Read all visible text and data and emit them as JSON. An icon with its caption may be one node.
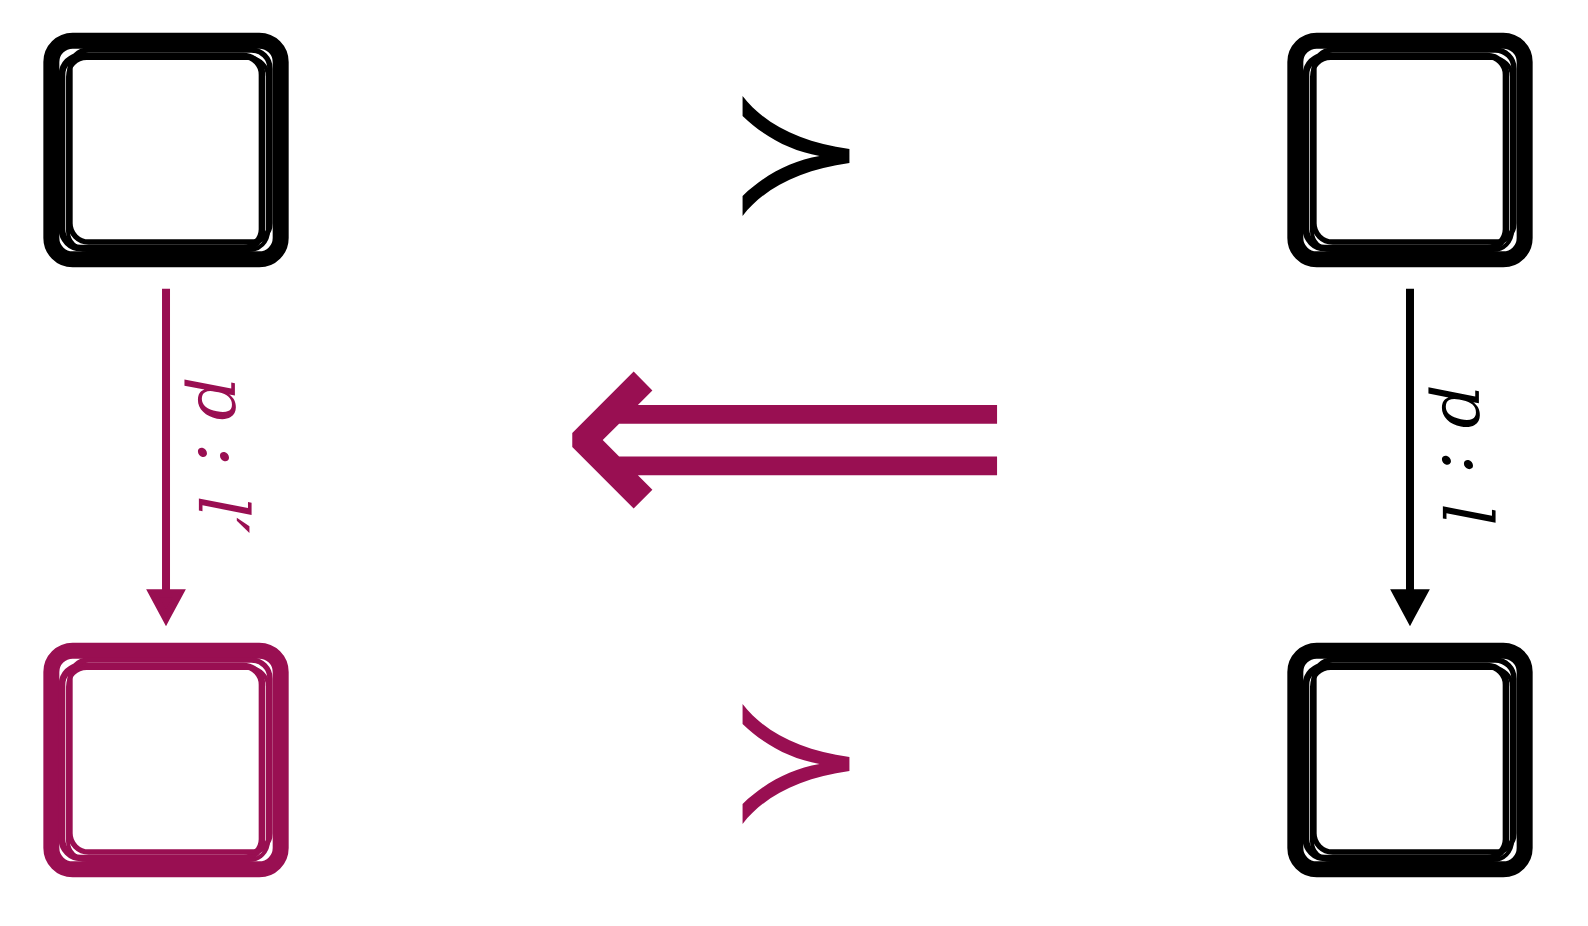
{
  "diagram": {
    "nodes": [
      {
        "text": [],
        "shape": "box"
      },
      {
        "text": [],
        "shape": "box"
      },
      {
        "text": [],
        "shape": "box"
      },
      {
        "text": [],
        "shape": "box"
      }
    ],
    "edges": [
      {
        "from": 0,
        "to": 2,
        "arrow": "to",
        "label": "p : l′",
        "color": "#990f52"
      },
      {
        "from": 1,
        "to": 3,
        "arrow": "to",
        "label": "p : l",
        "color": "#000000"
      }
    ],
    "labels": [
      "≻",
      "⟸",
      "≻"
    ]
  }
}
